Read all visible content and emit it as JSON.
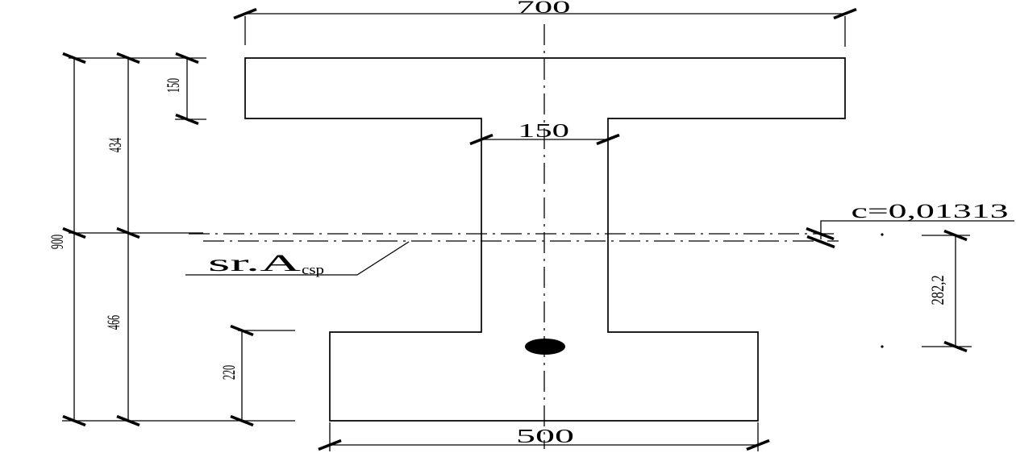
{
  "drawing": {
    "type": "beam-cross-section",
    "colors": {
      "line": "#000000",
      "background": "#ffffff"
    },
    "dimensions": {
      "top_flange_width": "700",
      "web_width": "150",
      "bottom_flange_width": "500",
      "total_height": "900",
      "top_flange_thickness": "150",
      "top_to_axis": "434",
      "axis_to_bottom": "466",
      "bottom_flange_thickness": "220",
      "axis_to_tendon": "282,2"
    },
    "labels": {
      "coefficient": "c=0,01313",
      "reinforcement_ref_main": "sr.A",
      "reinforcement_ref_sub": "csp"
    }
  }
}
